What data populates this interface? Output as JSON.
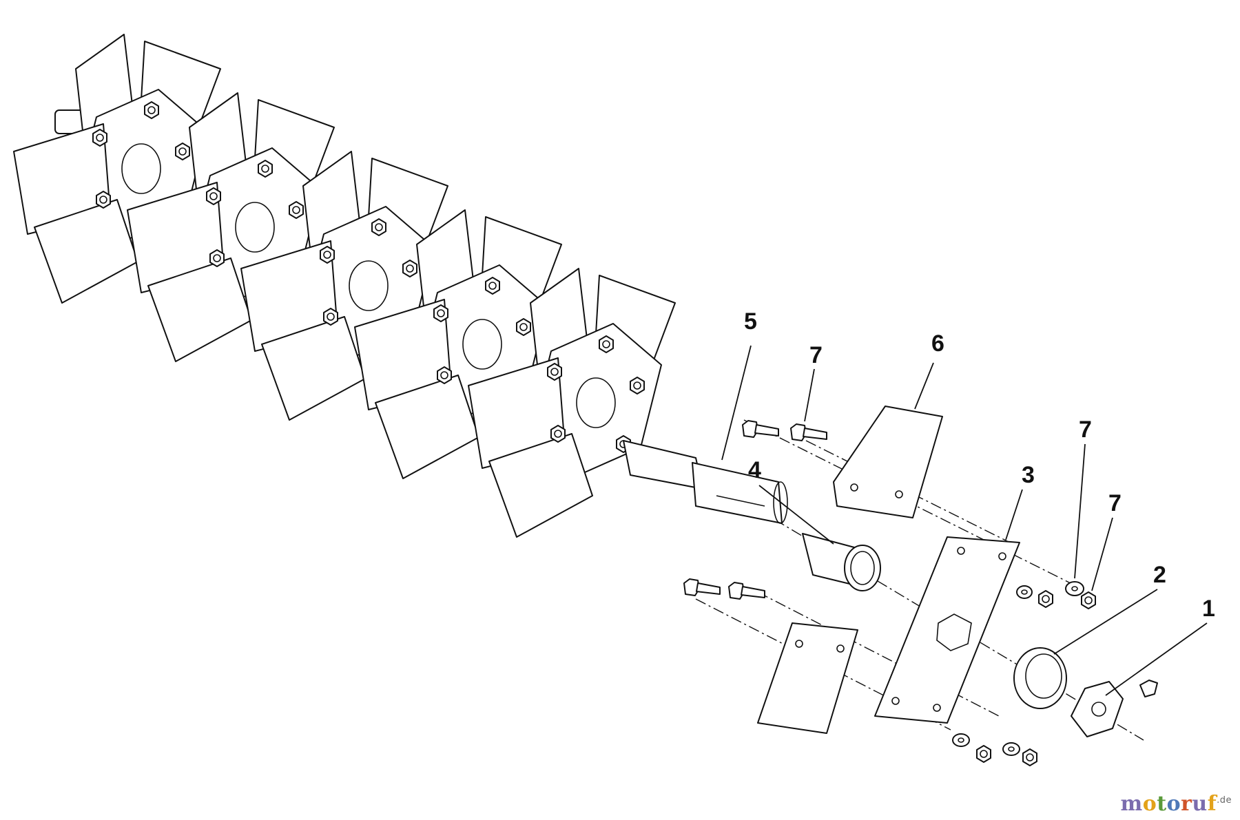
{
  "callouts": [
    {
      "id": "c5",
      "label": "5"
    },
    {
      "id": "c7a",
      "label": "7"
    },
    {
      "id": "c6",
      "label": "6"
    },
    {
      "id": "c4",
      "label": "4"
    },
    {
      "id": "c3",
      "label": "3"
    },
    {
      "id": "c7b",
      "label": "7"
    },
    {
      "id": "c7c",
      "label": "7"
    },
    {
      "id": "c2",
      "label": "2"
    },
    {
      "id": "c1",
      "label": "1"
    }
  ],
  "watermark": {
    "letters": [
      "m",
      "o",
      "t",
      "o",
      "r",
      "u",
      "f"
    ],
    "colors": [
      "#7b6cae",
      "#e3a21a",
      "#5a9a3a",
      "#4e79b8",
      "#d0542a",
      "#7b6cae",
      "#e3a21a"
    ],
    "suffix": ".de"
  }
}
